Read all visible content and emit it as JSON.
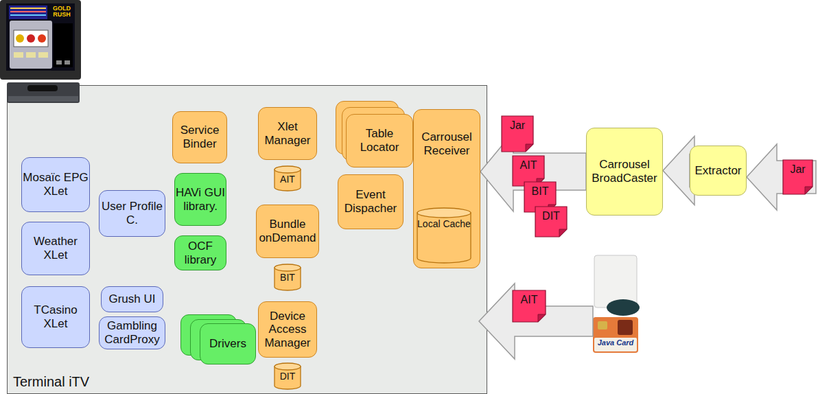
{
  "diagram": {
    "nodes": [
      {
        "text": [
          "Terminal iTV"
        ]
      },
      {
        "text": [
          "Mosaïc EPG XLet"
        ],
        "in": 0
      },
      {
        "text": [
          "Weather XLet"
        ],
        "in": 0
      },
      {
        "text": [
          "TCasino XLet"
        ],
        "in": 0
      },
      {
        "text": [
          "User Profile C."
        ],
        "in": 0
      },
      {
        "text": [
          "Grush UI"
        ],
        "in": 0
      },
      {
        "text": [
          "Gambling CardProxy"
        ],
        "in": 0
      },
      {
        "text": [
          "Service Binder"
        ],
        "in": 0
      },
      {
        "text": [
          "HAVi GUI library."
        ],
        "in": 0
      },
      {
        "text": [
          "OCF library"
        ],
        "in": 0
      },
      {
        "text": [
          "Drivers"
        ],
        "in": 0
      },
      {
        "text": [
          "Xlet Manager"
        ],
        "in": 0
      },
      {
        "text": [
          "AIT"
        ],
        "in": 0
      },
      {
        "text": [
          "Bundle onDemand"
        ],
        "in": 0
      },
      {
        "text": [
          "BIT"
        ],
        "in": 0
      },
      {
        "text": [
          "Device Access Manager"
        ],
        "in": 0
      },
      {
        "text": [
          "DIT"
        ],
        "in": 0
      },
      {
        "text": [
          "Table Locator"
        ],
        "in": 0
      },
      {
        "text": [
          "Event Dispacher"
        ],
        "in": 0
      },
      {
        "text": [
          "Carrousel Receiver"
        ],
        "in": 0
      },
      {
        "text": [
          "Local Cache"
        ],
        "in": 19
      },
      {
        "text": [
          "Jar"
        ]
      },
      {
        "text": [
          "AIT"
        ]
      },
      {
        "text": [
          "BIT"
        ]
      },
      {
        "text": [
          "DIT"
        ]
      },
      {
        "text": [
          "Carrousel BroadCaster"
        ]
      },
      {
        "text": [
          "Extractor"
        ]
      },
      {
        "text": [
          "Jar"
        ]
      },
      {
        "text": [
          "AIT"
        ]
      }
    ],
    "edges": [
      {
        "from": 27,
        "to": 26,
        "arrow": "to"
      },
      {
        "from": 26,
        "to": 25,
        "arrow": "to"
      },
      {
        "from": 25,
        "to": 19,
        "arrow": "to"
      }
    ],
    "labels": [
      "GOLD RUSH",
      "Java Card"
    ]
  }
}
